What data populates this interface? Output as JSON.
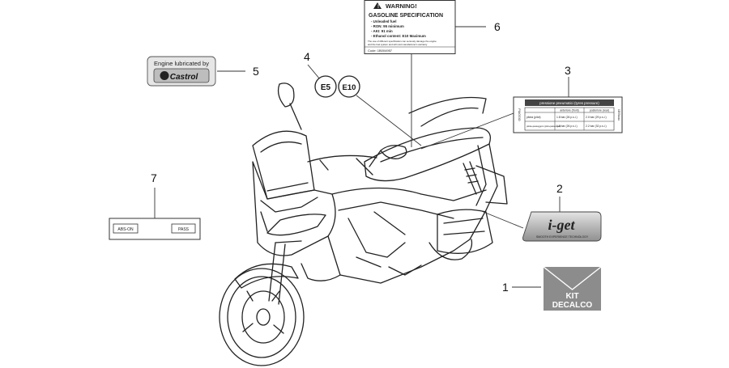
{
  "callouts": [
    {
      "id": "1",
      "label": "1"
    },
    {
      "id": "2",
      "label": "2"
    },
    {
      "id": "3",
      "label": "3"
    },
    {
      "id": "4",
      "label": "4"
    },
    {
      "id": "5",
      "label": "5"
    },
    {
      "id": "6",
      "label": "6"
    },
    {
      "id": "7",
      "label": "7"
    }
  ],
  "gas_label": {
    "warning": "WARNING!",
    "title": "GASOLINE SPECIFICATION",
    "lines": [
      "- Unleaded fuel",
      "- RON: 95 minimum",
      "- AKI: 91 min",
      "- Ethanol content: E10 Maximum"
    ],
    "fine_print": [
      "The use of different specification can seriously damage the engine",
      "and the fuel system and will void manufacturer's warranty"
    ],
    "code": "Code: 1B004957"
  },
  "castrol_label": {
    "line1": "Engine lubricated by",
    "brand": "Castrol"
  },
  "fuel_badges": {
    "e5": "E5",
    "e10": "E10"
  },
  "tire_label": {
    "header": "pressione pneumatici (tyres pressure)",
    "side_text": "PIAGGIO",
    "columns": [
      "anteriore (front)",
      "posteriore (rear)"
    ],
    "rows": [
      {
        "label": "pilota (pilot)",
        "front": "1.8 bar (26 p.s.i.)",
        "rear": "2.0 bar (29 p.s.i.)"
      },
      {
        "label": "pilota+passeggero (pilot+passenger)",
        "front": "1.8 bar (26 p.s.i.)",
        "rear": "2.2 bar (32 p.s.i.)"
      }
    ],
    "code": "1D00xxxx"
  },
  "iget_label": {
    "brand": "i-get",
    "tagline": "SMOOTH EXPERIENCE TECHNOLOGY"
  },
  "kit_label": {
    "line1": "KIT",
    "line2": "DECALCO"
  },
  "abs_label": {
    "left": "ABS-ON",
    "right": "PASS"
  },
  "colors": {
    "ink": "#222222",
    "silver": "#c8c8c8",
    "kit_gray": "#8c8c8c"
  }
}
